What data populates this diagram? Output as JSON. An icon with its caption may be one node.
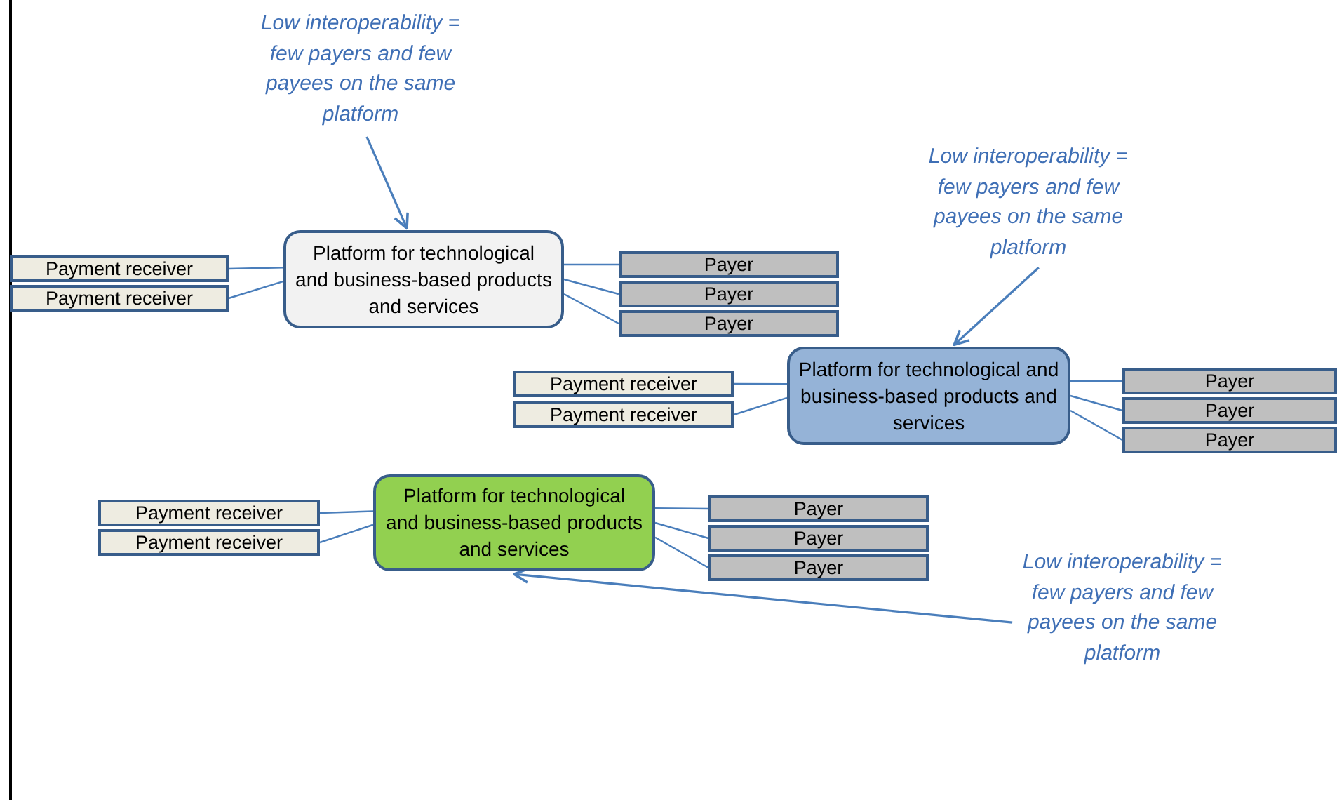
{
  "diagram": {
    "nodes": [
      {
        "text": [
          "Low interoperability = few payers and few payees on the same platform"
        ]
      },
      {
        "text": [
          "Payment receiver"
        ]
      },
      {
        "text": [
          "Payment receiver"
        ]
      },
      {
        "text": [
          "Platform for technological and business-based products and services"
        ]
      },
      {
        "text": [
          "Payer"
        ]
      },
      {
        "text": [
          "Payer"
        ]
      },
      {
        "text": [
          "Payer"
        ]
      },
      {
        "text": [
          "Low interoperability = few payers and few payees on the same platform"
        ]
      },
      {
        "text": [
          "Payment receiver"
        ]
      },
      {
        "text": [
          "Payment receiver"
        ]
      },
      {
        "text": [
          "Platform for technological and business-based products and services"
        ]
      },
      {
        "text": [
          "Payer"
        ]
      },
      {
        "text": [
          "Payer"
        ]
      },
      {
        "text": [
          "Payer"
        ]
      },
      {
        "text": [
          "Payment receiver"
        ]
      },
      {
        "text": [
          "Payment receiver"
        ]
      },
      {
        "text": [
          "Platform for technological and business-based products and services"
        ]
      },
      {
        "text": [
          "Payer"
        ]
      },
      {
        "text": [
          "Payer"
        ]
      },
      {
        "text": [
          "Payer"
        ]
      },
      {
        "text": [
          "Low interoperability = few payers and few payees on the same platform"
        ]
      }
    ],
    "edges": [
      {
        "from": 0,
        "to": 3,
        "arrow": "to"
      },
      {
        "from": 3,
        "to": 1,
        "arrow": "none"
      },
      {
        "from": 3,
        "to": 2,
        "arrow": "none"
      },
      {
        "from": 3,
        "to": 4,
        "arrow": "none"
      },
      {
        "from": 3,
        "to": 5,
        "arrow": "none"
      },
      {
        "from": 3,
        "to": 6,
        "arrow": "none"
      },
      {
        "from": 7,
        "to": 10,
        "arrow": "to"
      },
      {
        "from": 10,
        "to": 8,
        "arrow": "none"
      },
      {
        "from": 10,
        "to": 9,
        "arrow": "none"
      },
      {
        "from": 10,
        "to": 11,
        "arrow": "none"
      },
      {
        "from": 10,
        "to": 12,
        "arrow": "none"
      },
      {
        "from": 10,
        "to": 13,
        "arrow": "none"
      },
      {
        "from": 16,
        "to": 14,
        "arrow": "none"
      },
      {
        "from": 16,
        "to": 15,
        "arrow": "none"
      },
      {
        "from": 16,
        "to": 17,
        "arrow": "none"
      },
      {
        "from": 16,
        "to": 18,
        "arrow": "none"
      },
      {
        "from": 16,
        "to": 19,
        "arrow": "none"
      },
      {
        "from": 20,
        "to": 16,
        "arrow": "to"
      }
    ]
  }
}
